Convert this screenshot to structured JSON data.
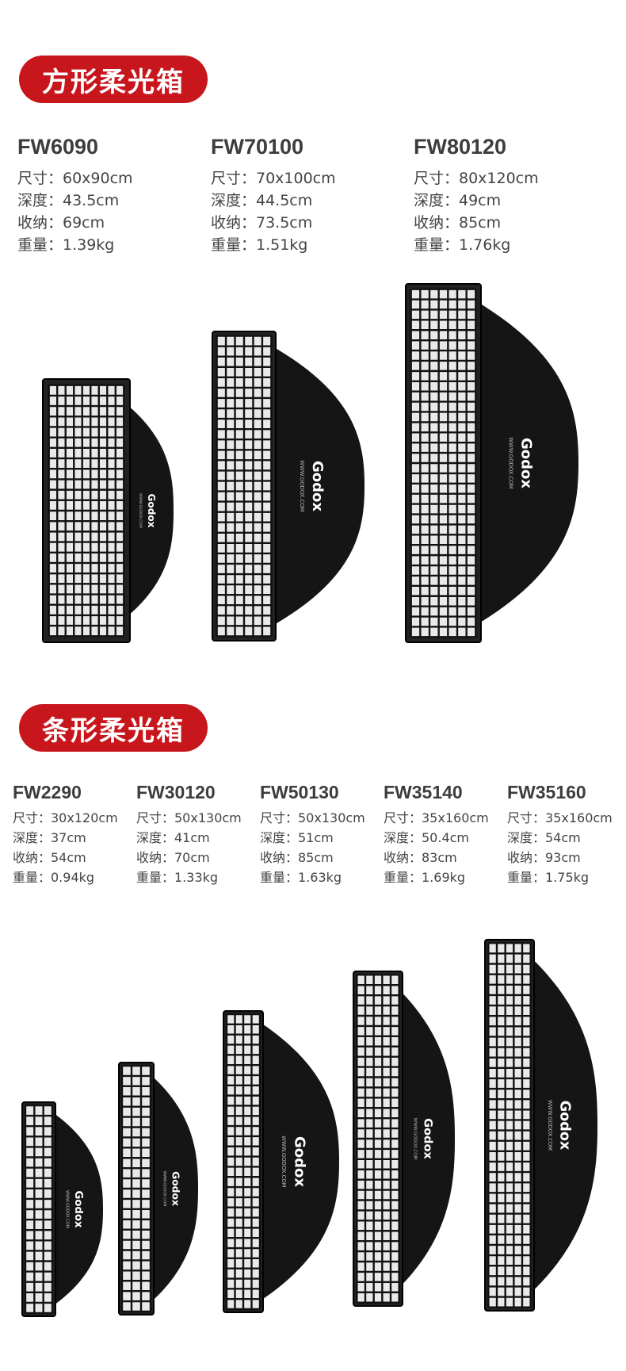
{
  "square_section": {
    "title": "方形柔光箱",
    "products": [
      {
        "model": "FW6090",
        "size": "尺寸：60x90cm",
        "depth": "深度：43.5cm",
        "folded": "收纳：69cm",
        "weight": "重量：1.39kg"
      },
      {
        "model": "FW70100",
        "size": "尺寸：70x100cm",
        "depth": "深度：44.5cm",
        "folded": "收纳：73.5cm",
        "weight": "重量：1.51kg"
      },
      {
        "model": "FW80120",
        "size": "尺寸：80x120cm",
        "depth": "深度：49cm",
        "folded": "收纳：85cm",
        "weight": "重量：1.76kg"
      }
    ]
  },
  "strip_section": {
    "title": "条形柔光箱",
    "products": [
      {
        "model": "FW2290",
        "size": "尺寸：30x120cm",
        "depth": "深度：37cm",
        "folded": "收纳：54cm",
        "weight": "重量：0.94kg"
      },
      {
        "model": "FW30120",
        "size": "尺寸：50x130cm",
        "depth": "深度：41cm",
        "folded": "收纳：70cm",
        "weight": "重量：1.33kg"
      },
      {
        "model": "FW50130",
        "size": "尺寸：50x130cm",
        "depth": "深度：51cm",
        "folded": "收纳：85cm",
        "weight": "重量：1.63kg"
      },
      {
        "model": "FW35140",
        "size": "尺寸：35x160cm",
        "depth": "深度：50.4cm",
        "folded": "收纳：83cm",
        "weight": "重量：1.69kg"
      },
      {
        "model": "FW35160",
        "size": "尺寸：35x160cm",
        "depth": "深度：54cm",
        "folded": "收纳：93cm",
        "weight": "重量：1.75kg"
      }
    ]
  },
  "brand": {
    "logo": "Godox",
    "url": "WWW.GODOX.COM"
  },
  "colors": {
    "accent": "#c8161d",
    "softbox": "#151515",
    "diffuser": "#e9e9e9"
  },
  "icons": [
    "softbox-grid-image"
  ]
}
